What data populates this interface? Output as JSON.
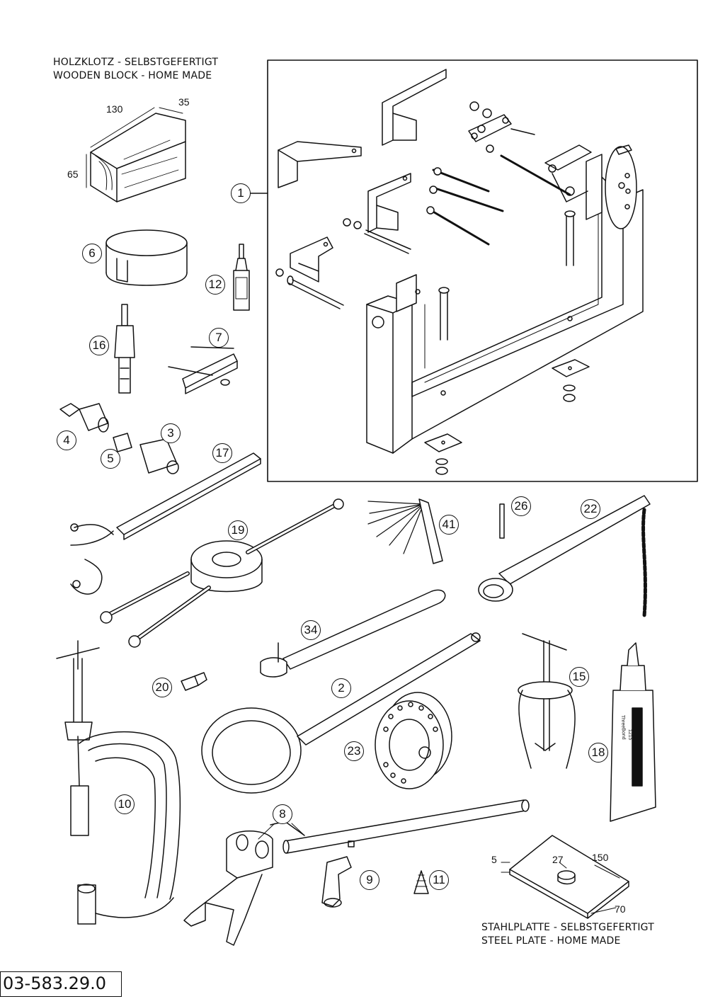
{
  "captions": {
    "wooden_block_de": "HOLZKLOTZ - SELBSTGEFERTIGT",
    "wooden_block_en": "WOODEN BLOCK - HOME MADE",
    "steel_plate_de": "STAHLPLATTE - SELBSTGEFERTIGT",
    "steel_plate_en": "STEEL PLATE - HOME MADE"
  },
  "dimensions": {
    "block_length": "130",
    "block_depth": "35",
    "block_height": "65",
    "plate_thickness": "5",
    "plate_hole": "27",
    "plate_length": "150",
    "plate_width": "70"
  },
  "tube_label": {
    "brand": "ThreeBond",
    "number": "1215"
  },
  "callouts": [
    "1",
    "6",
    "12",
    "16",
    "7",
    "4",
    "5",
    "3",
    "17",
    "19",
    "41",
    "26",
    "22",
    "34",
    "20",
    "2",
    "15",
    "18",
    "10",
    "23",
    "8",
    "9",
    "11"
  ],
  "part_number": "03-583.29.0"
}
